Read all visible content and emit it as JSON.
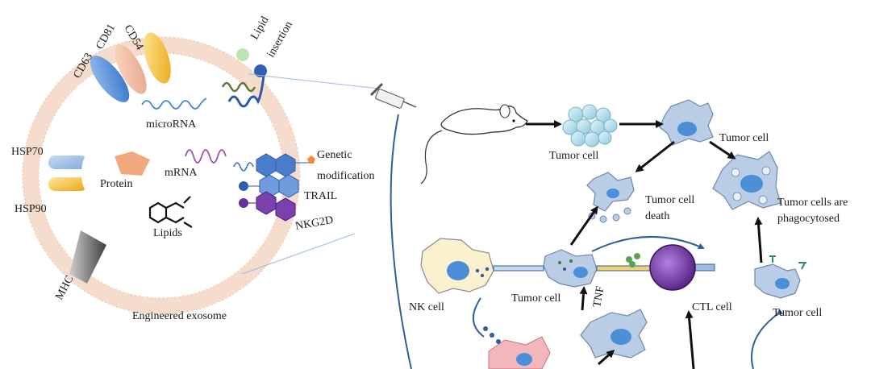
{
  "exosome": {
    "markers": {
      "cd63": "CD63",
      "cd81": "CD81",
      "cd54": "CD54"
    },
    "lipid_insertion": [
      "Lipid",
      "insertion"
    ],
    "microrna": "microRNA",
    "hsp70": "HSP70",
    "hsp90": "HSP90",
    "protein": "Protein",
    "mrna": "mRNA",
    "lipids": "Lipids",
    "genetic_modification": [
      "Genetic",
      "modification"
    ],
    "trail": "TRAIL",
    "nkg2d": "NKG2D",
    "mhc": "MHC",
    "caption": "Engineered exosome"
  },
  "pathway": {
    "tumor_cell_grown": "Tumor cell",
    "tumor_cell_top": "Tumor cell",
    "tumor_cell_death": [
      "Tumor cell",
      "death"
    ],
    "phagocytosed": [
      "Tumor cells are",
      "phagocytosed"
    ],
    "nk_cell": "NK cell",
    "tumor_cell_middle": "Tumor cell",
    "tnf": "TNF",
    "ctl_cell": "CTL cell",
    "tumor_cell_right": "Tumor cell"
  },
  "colors": {
    "arrow": "#111111",
    "cell_blue": "#b9cde6",
    "nucleus_blue": "#4d8fd6",
    "ctl_purple": "#7a3fa6",
    "membrane": "#f6dccd",
    "nk_yellow": "#fbf1cf"
  }
}
